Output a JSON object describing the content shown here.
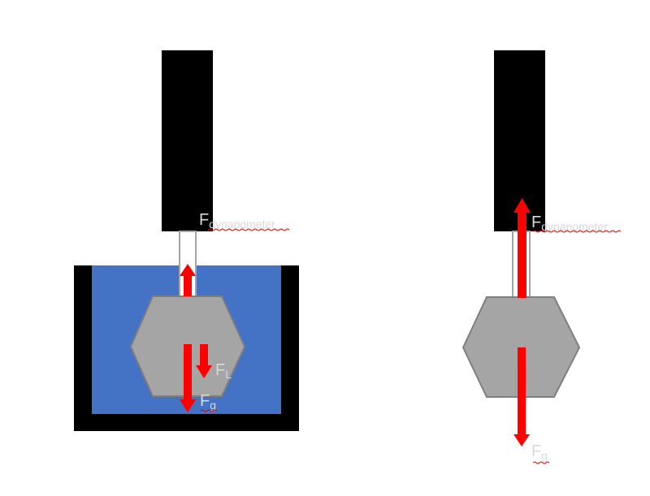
{
  "left_setup": {
    "dynamometer_label": {
      "main": "F",
      "sub": "dynanometer"
    },
    "lift_label": {
      "main": "F",
      "sub": "L"
    },
    "gravity_label": {
      "main": "F",
      "sub": "g"
    }
  },
  "right_setup": {
    "dynamometer_label": {
      "main": "F",
      "sub": "dynanometer"
    },
    "gravity_label": {
      "main": "F",
      "sub": "g"
    }
  },
  "colors": {
    "water": "#4472c4",
    "weight": "#a5a5a5",
    "force": "#ff0000",
    "holder": "#000000"
  }
}
